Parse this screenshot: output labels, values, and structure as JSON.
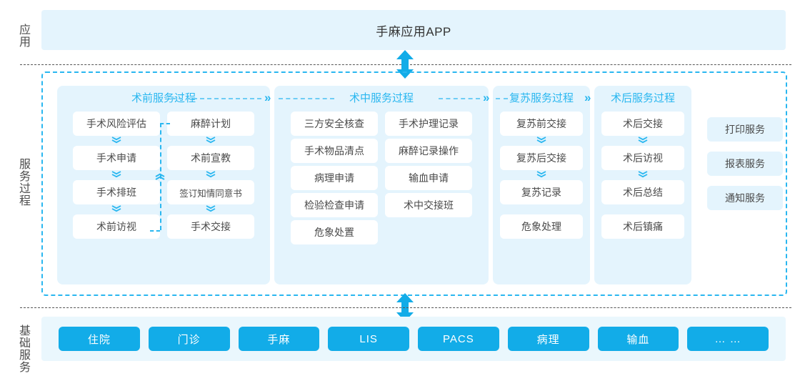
{
  "layers": {
    "app_label": "应用",
    "service_label": "服务过程",
    "base_label": "基础服务"
  },
  "app": {
    "title": "手麻应用APP"
  },
  "phases": [
    {
      "id": "pre",
      "header": "术前服务过程",
      "columns": [
        {
          "cards": [
            "手术风险评估",
            "手术申请",
            "手术排班",
            "术前访视"
          ],
          "arrows": true
        },
        {
          "cards": [
            "麻醉计划",
            "术前宣教",
            "签订知情同意书",
            "手术交接"
          ],
          "arrows": true
        }
      ]
    },
    {
      "id": "intra",
      "header": "术中服务过程",
      "columns": [
        {
          "cards": [
            "三方安全核查",
            "手术物品清点",
            "病理申请",
            "检验检查申请",
            "危象处置"
          ],
          "arrows": false
        },
        {
          "cards": [
            "手术护理记录",
            "麻醉记录操作",
            "输血申请",
            "术中交接班"
          ],
          "arrows": false
        }
      ]
    },
    {
      "id": "recov",
      "header": "复苏服务过程",
      "columns": [
        {
          "cards": [
            "复苏前交接",
            "复苏后交接",
            "复苏记录",
            "危象处理"
          ],
          "arrows": true
        }
      ]
    },
    {
      "id": "post",
      "header": "术后服务过程",
      "columns": [
        {
          "cards": [
            "术后交接",
            "术后访视",
            "术后总结",
            "术后镇痛"
          ],
          "arrows": true
        }
      ]
    }
  ],
  "aux_services": [
    "打印服务",
    "报表服务",
    "通知服务"
  ],
  "base_services": [
    "住院",
    "门诊",
    "手麻",
    "LIS",
    "PACS",
    "病理",
    "输血",
    "… …"
  ],
  "colors": {
    "accent": "#12ace8",
    "panel_bg": "#e4f4fd",
    "card_bg": "#ffffff",
    "dashed_blue": "#2ab7f0",
    "text": "#4a4a4a"
  }
}
